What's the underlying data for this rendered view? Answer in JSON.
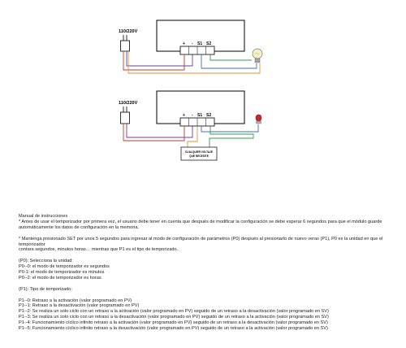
{
  "diagram_top": {
    "supply_label": "110/220V",
    "terminal_plus": "+",
    "terminal_minus": "-",
    "terminal_s1": "S1",
    "terminal_s2": "S2"
  },
  "diagram_bottom": {
    "supply_label": "110/220V",
    "terminal_plus": "+",
    "terminal_minus": "-",
    "terminal_s1": "S1",
    "terminal_s2": "S2",
    "voltage_box_line1": "CUALQUIER VOLTAJE",
    "voltage_box_line2": "QUE NECESITE"
  },
  "colors": {
    "wire_red": "#c0392b",
    "wire_purple": "#6b3fa0",
    "wire_orange": "#e8912d",
    "wire_blue": "#3b6fc4",
    "wire_green": "#3a9a4a",
    "outline": "#000000"
  },
  "icons": [
    "plug-icon",
    "light-bulb-icon",
    "indicator-lamp-icon"
  ],
  "manual": {
    "title": "Manual de instrucciones",
    "intro_line1": "* Antes de usar el temporizador por primera vez, el usuario debe tener en cuenta que después de modificar la configuración se debe esperar 6 segundos para que el módulo guarde",
    "intro_line2": "automáticamente los datos de configuración en la memoria.",
    "set_line1": "* Mantenga presionado SET por unos 5 segundos para ingresar al modo de configuración de parámetros (P0) después al presionarlo de nuevo veras (P1), P0 es la unidad en que el temporizador",
    "set_line2": "contara segundos, minutos horas… mientras que P1 es el tipo de temporizado.",
    "p0_heading": "(P0): Selecciona la unidad:",
    "p0_items": [
      "P0--0: el modo de temporizador es segundos",
      "P0-1: el modo de temporizador es minutos",
      "P0--2: el modo de temporizador es horas"
    ],
    "p1_heading": "(P1): Tipo de temporizado:",
    "p1_items": [
      "P1--0: Retraso a la activación (valor programado en PV)",
      "P1--1: Retraso a la desactivación (valor programado en PV)",
      "P1--2: Se realiza un solo ciclo con un retraso a la activación (valor programado en PV) seguido de un retraso a la desactivación (valor programado en SV)",
      "P1--3: Se realiza un solo ciclo con un retraso a la desactivación (valor programado en PV) seguido de un retraso a la activación (valor programado en SV)",
      "P1--4: Funcionamiento cíclico infinito retraso a la activación (valor programado en PV) seguido de un retraso a la desactivación (valor programado en SV)",
      "P1--5: Funcionamiento cíclico infinito retraso a la desactivación (valor programado en PV) seguido de un retraso a la activación (valor programado en SV)"
    ]
  }
}
